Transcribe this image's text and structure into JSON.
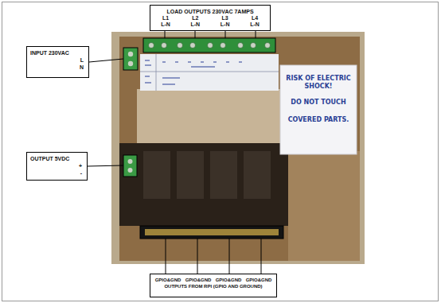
{
  "diagram": {
    "nodes": [
      {
        "text": [
          "LOAD OUTPUTS 230VAC 7AMPS",
          "L1 L-N",
          "L2 L-N",
          "L3 L-N",
          "L4 L-N"
        ]
      },
      {
        "text": [
          "INPUT 230VAC",
          "L",
          "N"
        ]
      },
      {
        "text": [
          "OUTPUT 5VDC",
          "+",
          "-"
        ]
      },
      {
        "text": [
          "GPIO&GND",
          "GPIO&GND",
          "GPIO&GND",
          "GPIO&GND",
          "OUTPUTS FROM RPI (GPIO AND GROUND)"
        ]
      }
    ],
    "labels": [
      "RISK OF ELECTRIC SHOCK!",
      "DO NOT TOUCH",
      "COVERED PARTS."
    ]
  }
}
